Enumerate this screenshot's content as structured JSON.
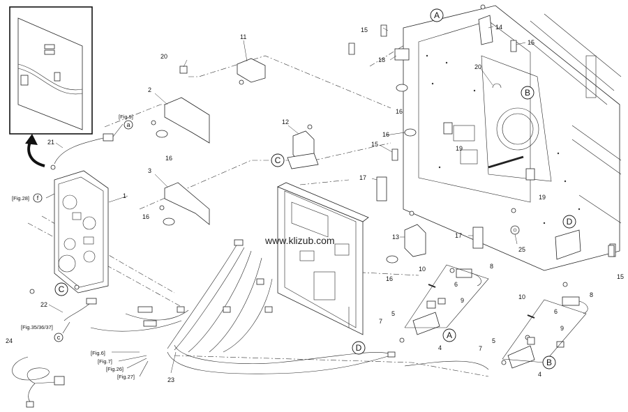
{
  "watermark": "www.klizub.com",
  "part_numbers": {
    "p1": "1",
    "p2": "2",
    "p3": "3",
    "p4a": "4",
    "p4b": "4",
    "p5a": "5",
    "p5b": "5",
    "p6a": "6",
    "p6b": "6",
    "p7a": "7",
    "p7b": "7",
    "p8a": "8",
    "p8b": "8",
    "p9a": "9",
    "p9b": "9",
    "p10a": "10",
    "p10b": "10",
    "p11": "11",
    "p12": "12",
    "p13": "13",
    "p14": "14",
    "p15a": "15",
    "p15b": "15",
    "p15c": "15",
    "p15d": "15",
    "p16a": "16",
    "p16b": "16",
    "p16c": "16",
    "p16d": "16",
    "p16e": "16",
    "p17a": "17",
    "p17b": "17",
    "p18": "18",
    "p19a": "19",
    "p19b": "19",
    "p20a": "20",
    "p20b": "20",
    "p21": "21",
    "p22": "22",
    "p23": "23",
    "p24": "24",
    "p25": "25"
  },
  "callouts": {
    "A_top": "A",
    "B_top": "B",
    "C_left": "C",
    "C_mid": "C",
    "D_right": "D",
    "D_mid": "D",
    "A_low": "A",
    "B_low": "B",
    "a": "a",
    "f": "f",
    "c": "c"
  },
  "fig_refs": {
    "fig9": "[Fig.9]",
    "fig28": "[Fig.28]",
    "fig35": "[Fig.35/36/37]",
    "fig6": "[Fig.6]",
    "fig7": "[Fig.7]",
    "fig26": "[Fig.26]",
    "fig27": "[Fig.27]"
  }
}
